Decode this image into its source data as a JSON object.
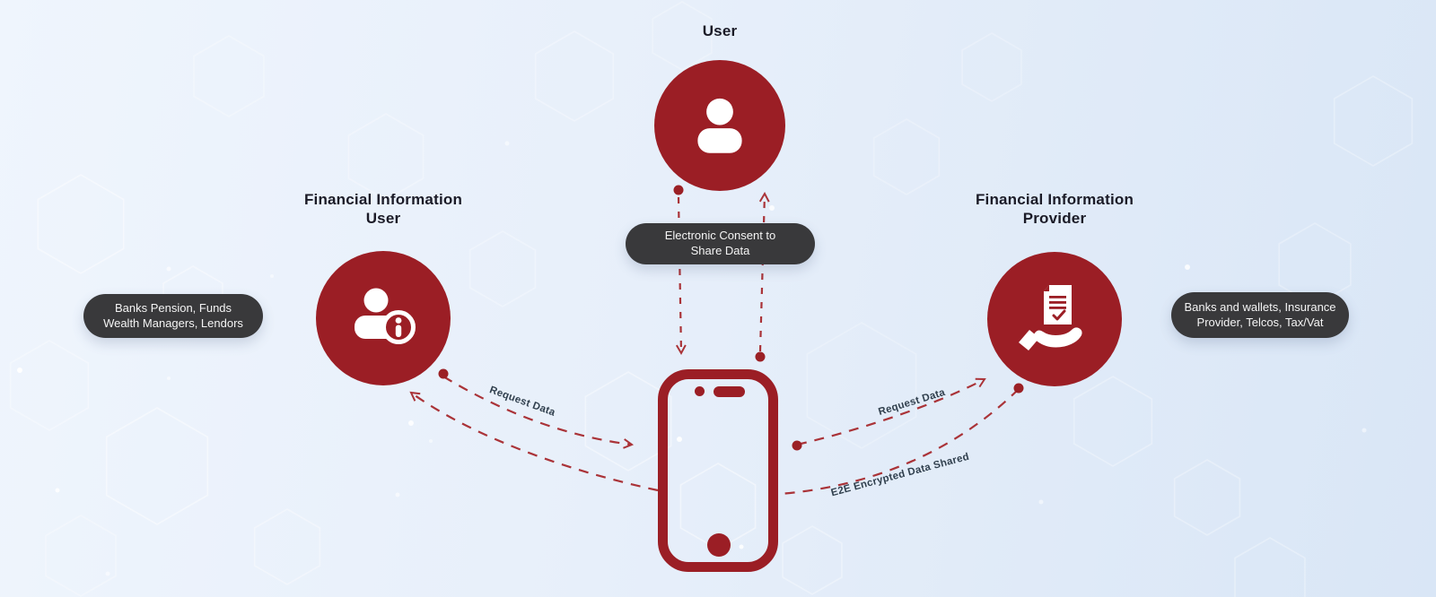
{
  "diagram": {
    "user": {
      "title": "User"
    },
    "consent_pill": {
      "label": "Electronic Consent to\nShare Data"
    },
    "fiu": {
      "title": "Financial Information\nUser",
      "examples": "Banks Pension, Funds\nWealth Managers, Lendors"
    },
    "fip": {
      "title": "Financial Information\nProvider",
      "examples": "Banks and wallets, Insurance\nProvider, Telcos, Tax/Vat"
    },
    "edges": {
      "fiu_request": "Request Data",
      "fip_request": "Request Data",
      "e2e": "E2E Encrypted Data Shared"
    },
    "icons": {
      "user": "person-icon",
      "fiu": "person-info-icon",
      "fip": "document-in-hand-icon",
      "center": "smartphone-icon"
    },
    "colors": {
      "brand_red": "#9b1e25",
      "arrow_red": "#aa3338",
      "pill_dark": "#39393b",
      "heading_text": "#1b1b27",
      "edge_label_text": "#31404e",
      "background_start": "#eff5fd",
      "background_end": "#d9e6f6",
      "icon_white": "#ffffff"
    }
  }
}
